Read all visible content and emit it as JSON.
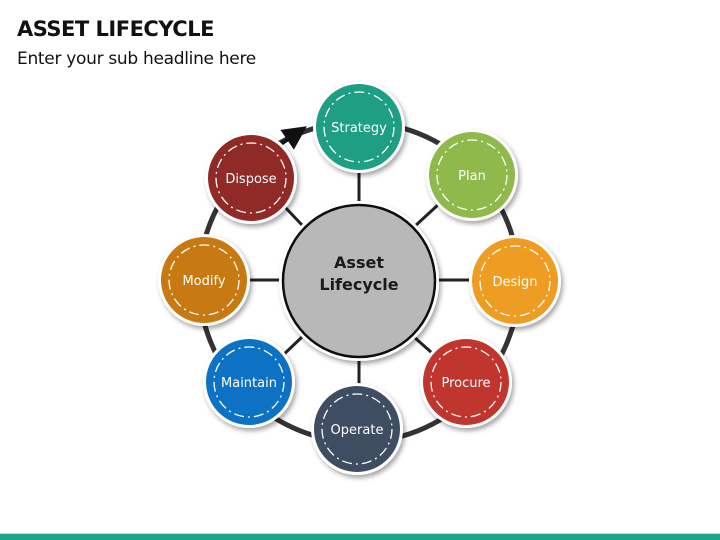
{
  "header": {
    "title": "ASSET LIFECYCLE",
    "subtitle": "Enter your sub headline here"
  },
  "center": {
    "line1": "Asset",
    "line2": "Lifecycle",
    "color": "#b8b8b8"
  },
  "nodes": [
    {
      "label": "Strategy",
      "color": "#1e9e83"
    },
    {
      "label": "Plan",
      "color": "#8fb94b"
    },
    {
      "label": "Design",
      "color": "#ef9c23"
    },
    {
      "label": "Procure",
      "color": "#c0352d"
    },
    {
      "label": "Operate",
      "color": "#3f4d63"
    },
    {
      "label": "Maintain",
      "color": "#0d72c3"
    },
    {
      "label": "Modify",
      "color": "#c77a12"
    },
    {
      "label": "Dispose",
      "color": "#8f2a26"
    }
  ],
  "footer": {
    "color": "#21a285"
  }
}
